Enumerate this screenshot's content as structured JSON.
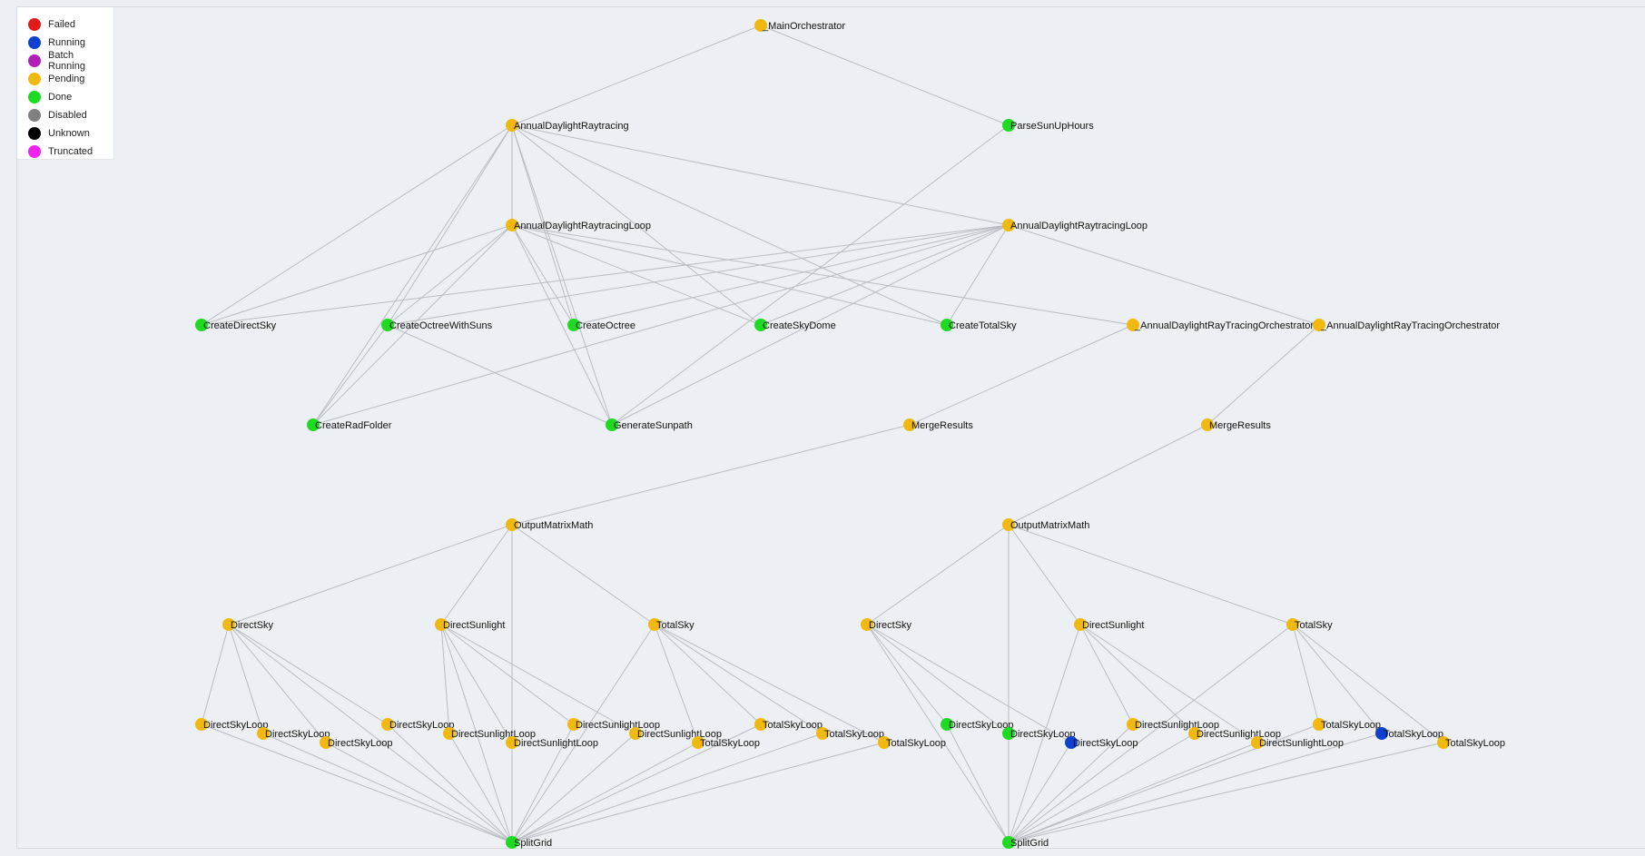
{
  "legend": [
    {
      "key": "failed",
      "label": "Failed",
      "color": "#e11a1a"
    },
    {
      "key": "running",
      "label": "Running",
      "color": "#1040d0"
    },
    {
      "key": "batch",
      "label": "Batch Running",
      "color": "#b21fb8"
    },
    {
      "key": "pending",
      "label": "Pending",
      "color": "#f1b90f"
    },
    {
      "key": "done",
      "label": "Done",
      "color": "#1edb22"
    },
    {
      "key": "disabled",
      "label": "Disabled",
      "color": "#808080"
    },
    {
      "key": "unknown",
      "label": "Unknown",
      "color": "#000000"
    },
    {
      "key": "truncated",
      "label": "Truncated",
      "color": "#f020f0"
    }
  ],
  "nodes": [
    {
      "id": "main",
      "label": "_MainOrchestrator",
      "status": "pending"
    },
    {
      "id": "adr",
      "label": "AnnualDaylightRaytracing",
      "status": "pending"
    },
    {
      "id": "psh",
      "label": "ParseSunUpHours",
      "status": "done"
    },
    {
      "id": "adrl1",
      "label": "AnnualDaylightRaytracingLoop",
      "status": "pending"
    },
    {
      "id": "adrl2",
      "label": "AnnualDaylightRaytracingLoop",
      "status": "pending"
    },
    {
      "id": "cds",
      "label": "CreateDirectSky",
      "status": "done"
    },
    {
      "id": "cows",
      "label": "CreateOctreeWithSuns",
      "status": "done"
    },
    {
      "id": "co",
      "label": "CreateOctree",
      "status": "done"
    },
    {
      "id": "csd",
      "label": "CreateSkyDome",
      "status": "done"
    },
    {
      "id": "cts",
      "label": "CreateTotalSky",
      "status": "done"
    },
    {
      "id": "orch1",
      "label": "_AnnualDaylightRayTracingOrchestrator",
      "status": "pending"
    },
    {
      "id": "orch2",
      "label": "_AnnualDaylightRayTracingOrchestrator",
      "status": "pending"
    },
    {
      "id": "crf",
      "label": "CreateRadFolder",
      "status": "done"
    },
    {
      "id": "gsp",
      "label": "GenerateSunpath",
      "status": "done"
    },
    {
      "id": "mr1",
      "label": "MergeResults",
      "status": "pending"
    },
    {
      "id": "mr2",
      "label": "MergeResults",
      "status": "pending"
    },
    {
      "id": "omm1",
      "label": "OutputMatrixMath",
      "status": "pending"
    },
    {
      "id": "omm2",
      "label": "OutputMatrixMath",
      "status": "pending"
    },
    {
      "id": "ds1",
      "label": "DirectSky",
      "status": "pending"
    },
    {
      "id": "dsun1",
      "label": "DirectSunlight",
      "status": "pending"
    },
    {
      "id": "ts1",
      "label": "TotalSky",
      "status": "pending"
    },
    {
      "id": "ds2",
      "label": "DirectSky",
      "status": "pending"
    },
    {
      "id": "dsun2",
      "label": "DirectSunlight",
      "status": "pending"
    },
    {
      "id": "ts2",
      "label": "TotalSky",
      "status": "pending"
    },
    {
      "id": "dsl1a",
      "label": "DirectSkyLoop",
      "status": "pending"
    },
    {
      "id": "dsl1b",
      "label": "DirectSkyLoop",
      "status": "pending"
    },
    {
      "id": "dsl1c",
      "label": "DirectSkyLoop",
      "status": "pending"
    },
    {
      "id": "dsl1d",
      "label": "DirectSkyLoop",
      "status": "pending"
    },
    {
      "id": "dsul1a",
      "label": "DirectSunlightLoop",
      "status": "pending"
    },
    {
      "id": "dsul1b",
      "label": "DirectSunlightLoop",
      "status": "pending"
    },
    {
      "id": "dsul1c",
      "label": "DirectSunlightLoop",
      "status": "pending"
    },
    {
      "id": "dsul1d",
      "label": "DirectSunlightLoop",
      "status": "pending"
    },
    {
      "id": "tsl1a",
      "label": "TotalSkyLoop",
      "status": "pending"
    },
    {
      "id": "tsl1b",
      "label": "TotalSkyLoop",
      "status": "pending"
    },
    {
      "id": "tsl1c",
      "label": "TotalSkyLoop",
      "status": "pending"
    },
    {
      "id": "tsl1d",
      "label": "TotalSkyLoop",
      "status": "pending"
    },
    {
      "id": "dsl2a",
      "label": "DirectSkyLoop",
      "status": "done"
    },
    {
      "id": "dsl2b",
      "label": "DirectSkyLoop",
      "status": "done"
    },
    {
      "id": "dsl2c",
      "label": "DirectSkyLoop",
      "status": "running"
    },
    {
      "id": "dsul2a",
      "label": "DirectSunlightLoop",
      "status": "pending"
    },
    {
      "id": "dsul2b",
      "label": "DirectSunlightLoop",
      "status": "pending"
    },
    {
      "id": "dsul2c",
      "label": "DirectSunlightLoop",
      "status": "pending"
    },
    {
      "id": "tsl2a",
      "label": "TotalSkyLoop",
      "status": "pending"
    },
    {
      "id": "tsl2b",
      "label": "TotalSkyLoop",
      "status": "running"
    },
    {
      "id": "tsl2c",
      "label": "TotalSkyLoop",
      "status": "pending"
    },
    {
      "id": "sg1",
      "label": "SplitGrid",
      "status": "done"
    },
    {
      "id": "sg2",
      "label": "SplitGrid",
      "status": "done"
    }
  ],
  "edges": [
    [
      "main",
      "adr"
    ],
    [
      "main",
      "psh"
    ],
    [
      "adr",
      "cds"
    ],
    [
      "adr",
      "cows"
    ],
    [
      "adr",
      "co"
    ],
    [
      "adr",
      "csd"
    ],
    [
      "adr",
      "cts"
    ],
    [
      "adr",
      "crf"
    ],
    [
      "adr",
      "gsp"
    ],
    [
      "adr",
      "adrl1"
    ],
    [
      "adr",
      "adrl2"
    ],
    [
      "psh",
      "gsp"
    ],
    [
      "adrl1",
      "cds"
    ],
    [
      "adrl1",
      "cows"
    ],
    [
      "adrl1",
      "co"
    ],
    [
      "adrl1",
      "csd"
    ],
    [
      "adrl1",
      "cts"
    ],
    [
      "adrl1",
      "crf"
    ],
    [
      "adrl1",
      "gsp"
    ],
    [
      "adrl1",
      "orch1"
    ],
    [
      "adrl2",
      "cds"
    ],
    [
      "adrl2",
      "cows"
    ],
    [
      "adrl2",
      "co"
    ],
    [
      "adrl2",
      "csd"
    ],
    [
      "adrl2",
      "cts"
    ],
    [
      "adrl2",
      "crf"
    ],
    [
      "adrl2",
      "gsp"
    ],
    [
      "adrl2",
      "orch2"
    ],
    [
      "cows",
      "crf"
    ],
    [
      "cows",
      "gsp"
    ],
    [
      "orch1",
      "mr1"
    ],
    [
      "orch2",
      "mr2"
    ],
    [
      "mr1",
      "omm1"
    ],
    [
      "mr2",
      "omm2"
    ],
    [
      "omm1",
      "ds1"
    ],
    [
      "omm1",
      "dsun1"
    ],
    [
      "omm1",
      "ts1"
    ],
    [
      "omm1",
      "sg1"
    ],
    [
      "omm2",
      "ds2"
    ],
    [
      "omm2",
      "dsun2"
    ],
    [
      "omm2",
      "ts2"
    ],
    [
      "omm2",
      "sg2"
    ],
    [
      "ds1",
      "dsl1a"
    ],
    [
      "ds1",
      "dsl1b"
    ],
    [
      "ds1",
      "dsl1c"
    ],
    [
      "ds1",
      "dsl1d"
    ],
    [
      "ds1",
      "sg1"
    ],
    [
      "dsun1",
      "dsul1a"
    ],
    [
      "dsun1",
      "dsul1b"
    ],
    [
      "dsun1",
      "dsul1c"
    ],
    [
      "dsun1",
      "dsul1d"
    ],
    [
      "dsun1",
      "sg1"
    ],
    [
      "ts1",
      "tsl1a"
    ],
    [
      "ts1",
      "tsl1b"
    ],
    [
      "ts1",
      "tsl1c"
    ],
    [
      "ts1",
      "tsl1d"
    ],
    [
      "ts1",
      "sg1"
    ],
    [
      "dsl1a",
      "sg1"
    ],
    [
      "dsl1b",
      "sg1"
    ],
    [
      "dsl1c",
      "sg1"
    ],
    [
      "dsl1d",
      "sg1"
    ],
    [
      "dsul1a",
      "sg1"
    ],
    [
      "dsul1b",
      "sg1"
    ],
    [
      "dsul1c",
      "sg1"
    ],
    [
      "dsul1d",
      "sg1"
    ],
    [
      "tsl1a",
      "sg1"
    ],
    [
      "tsl1b",
      "sg1"
    ],
    [
      "tsl1c",
      "sg1"
    ],
    [
      "tsl1d",
      "sg1"
    ],
    [
      "ds2",
      "dsl2a"
    ],
    [
      "ds2",
      "dsl2b"
    ],
    [
      "ds2",
      "dsl2c"
    ],
    [
      "ds2",
      "sg2"
    ],
    [
      "dsun2",
      "dsul2a"
    ],
    [
      "dsun2",
      "dsul2b"
    ],
    [
      "dsun2",
      "dsul2c"
    ],
    [
      "dsun2",
      "sg2"
    ],
    [
      "ts2",
      "tsl2a"
    ],
    [
      "ts2",
      "tsl2b"
    ],
    [
      "ts2",
      "tsl2c"
    ],
    [
      "ts2",
      "sg2"
    ],
    [
      "dsl2a",
      "sg2"
    ],
    [
      "dsl2b",
      "sg2"
    ],
    [
      "dsl2c",
      "sg2"
    ],
    [
      "dsul2a",
      "sg2"
    ],
    [
      "dsul2b",
      "sg2"
    ],
    [
      "dsul2c",
      "sg2"
    ],
    [
      "tsl2a",
      "sg2"
    ],
    [
      "tsl2b",
      "sg2"
    ],
    [
      "tsl2c",
      "sg2"
    ]
  ]
}
